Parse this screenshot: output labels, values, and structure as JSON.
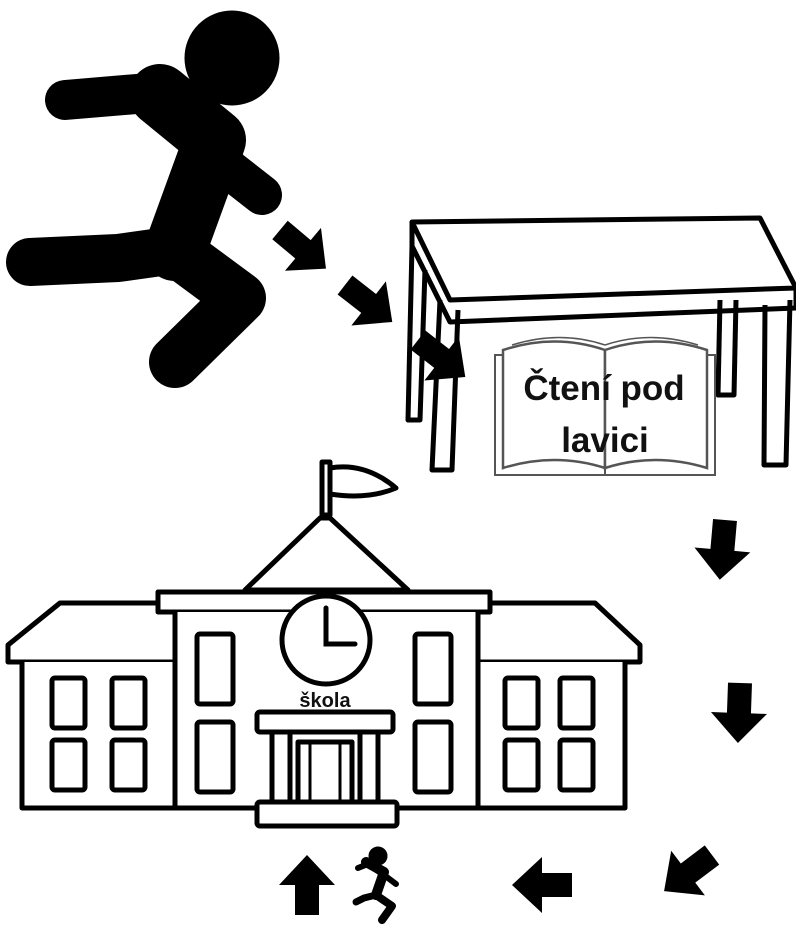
{
  "labels": {
    "book_line1": "Čtení pod",
    "book_line2": "lavici",
    "school": "škola"
  },
  "icons": [
    "running-person-icon",
    "table-icon",
    "open-book-icon",
    "school-building-icon",
    "clock-icon",
    "flag-icon",
    "small-running-person-icon",
    "arrow-icon"
  ],
  "colors": {
    "ink": "#000000",
    "book_outline": "#555555",
    "background": "#ffffff"
  }
}
